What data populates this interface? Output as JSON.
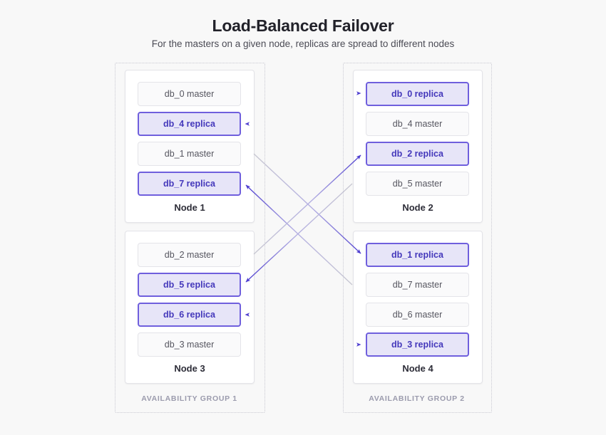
{
  "header": {
    "title": "Load-Balanced Failover",
    "subtitle": "For the masters on a given node, replicas are spread to different nodes"
  },
  "colors": {
    "background": "#f8f8f8",
    "replica_fill": "#e7e5f8",
    "replica_border": "#6f5fdd",
    "replica_text": "#4438bb",
    "master_fill": "#fafafb",
    "master_border": "#e4e4e9",
    "master_text": "#55555f",
    "arrow_head": "#4f3fd0",
    "arrow_tail": "#c9c9d2",
    "group_border": "#c9c9d2",
    "group_label": "#9b9bad",
    "title_text": "#22222a",
    "subtitle_text": "#4b4b55",
    "node_card": "#ffffff",
    "node_card_border": "#e3e3e8"
  },
  "groups": [
    {
      "id": "ag1",
      "label": "AVAILABILITY GROUP 1"
    },
    {
      "id": "ag2",
      "label": "AVAILABILITY GROUP 2"
    }
  ],
  "nodes": [
    {
      "id": "n1",
      "label": "Node 1",
      "group": "ag1",
      "boxes": [
        {
          "label": "db_0 master",
          "role": "master",
          "db": "db_0"
        },
        {
          "label": "db_4 replica",
          "role": "replica",
          "db": "db_4"
        },
        {
          "label": "db_1 master",
          "role": "master",
          "db": "db_1"
        },
        {
          "label": "db_7 replica",
          "role": "replica",
          "db": "db_7"
        }
      ]
    },
    {
      "id": "n2",
      "label": "Node 2",
      "group": "ag2",
      "boxes": [
        {
          "label": "db_0 replica",
          "role": "replica",
          "db": "db_0"
        },
        {
          "label": "db_4 master",
          "role": "master",
          "db": "db_4"
        },
        {
          "label": "db_2 replica",
          "role": "replica",
          "db": "db_2"
        },
        {
          "label": "db_5 master",
          "role": "master",
          "db": "db_5"
        }
      ]
    },
    {
      "id": "n3",
      "label": "Node 3",
      "group": "ag1",
      "boxes": [
        {
          "label": "db_2 master",
          "role": "master",
          "db": "db_2"
        },
        {
          "label": "db_5 replica",
          "role": "replica",
          "db": "db_5"
        },
        {
          "label": "db_6 replica",
          "role": "replica",
          "db": "db_6"
        },
        {
          "label": "db_3 master",
          "role": "master",
          "db": "db_3"
        }
      ]
    },
    {
      "id": "n4",
      "label": "Node 4",
      "group": "ag2",
      "boxes": [
        {
          "label": "db_1 replica",
          "role": "replica",
          "db": "db_1"
        },
        {
          "label": "db_7 master",
          "role": "master",
          "db": "db_7"
        },
        {
          "label": "db_6 master",
          "role": "master",
          "db": "db_6"
        },
        {
          "label": "db_3 replica",
          "role": "replica",
          "db": "db_3"
        }
      ]
    }
  ],
  "replication_links": [
    {
      "db": "db_0",
      "from": "n1",
      "to": "n2",
      "kind": "horizontal"
    },
    {
      "db": "db_4",
      "from": "n2",
      "to": "n1",
      "kind": "horizontal"
    },
    {
      "db": "db_1",
      "from": "n1",
      "to": "n4",
      "kind": "diagonal"
    },
    {
      "db": "db_7",
      "from": "n4",
      "to": "n1",
      "kind": "diagonal"
    },
    {
      "db": "db_2",
      "from": "n3",
      "to": "n2",
      "kind": "diagonal"
    },
    {
      "db": "db_5",
      "from": "n2",
      "to": "n3",
      "kind": "diagonal"
    },
    {
      "db": "db_6",
      "from": "n4",
      "to": "n3",
      "kind": "horizontal"
    },
    {
      "db": "db_3",
      "from": "n3",
      "to": "n4",
      "kind": "horizontal"
    }
  ]
}
